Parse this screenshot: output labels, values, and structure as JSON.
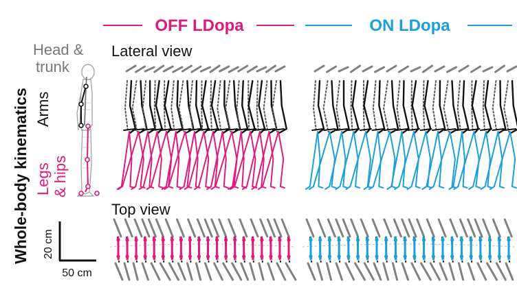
{
  "figure": {
    "side_title": "Whole-body kinematics",
    "segments": {
      "head_trunk": "Head & trunk",
      "head_trunk_line1": "Head &",
      "head_trunk_line2": "trunk",
      "arms": "Arms",
      "legs_hips": "Legs & hips",
      "legs_hips_line1": "Legs",
      "legs_hips_line2": "& hips"
    },
    "conditions": [
      {
        "label": "OFF LDopa",
        "color": "#e0197d"
      },
      {
        "label": "ON LDopa",
        "color": "#1a9fd9"
      }
    ],
    "views": {
      "lateral": "Lateral view",
      "top": "Top view"
    },
    "scale_bars": {
      "vertical": "20 cm",
      "horizontal": "50 cm"
    },
    "colors": {
      "trunk": "#808080",
      "arms": "#111111",
      "off": "#e0197d",
      "on": "#1a9fd9",
      "text": "#111111",
      "grey_text": "#777777"
    }
  }
}
